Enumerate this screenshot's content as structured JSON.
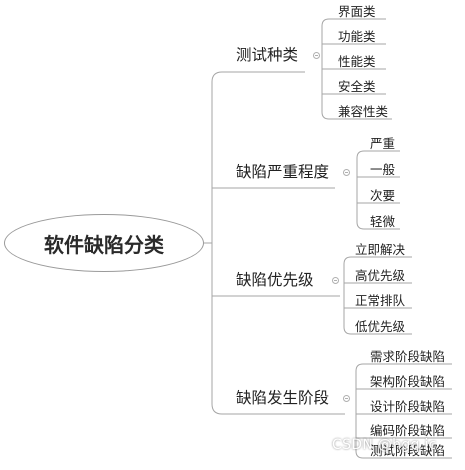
{
  "root": {
    "label": "软件缺陷分类"
  },
  "branches": [
    {
      "label": "测试种类",
      "children": [
        "界面类",
        "功能类",
        "性能类",
        "安全类",
        "兼容性类"
      ]
    },
    {
      "label": "缺陷严重程度",
      "children": [
        "严重",
        "一般",
        "次要",
        "轻微"
      ]
    },
    {
      "label": "缺陷优先级",
      "children": [
        "立即解决",
        "高优先级",
        "正常排队",
        "低优先级"
      ]
    },
    {
      "label": "缺陷发生阶段",
      "children": [
        "需求阶段缺陷",
        "架构阶段缺陷",
        "设计阶段缺陷",
        "编码阶段缺陷",
        "测试阶段缺陷"
      ]
    }
  ],
  "watermark": "CSDN @hgq.ic"
}
